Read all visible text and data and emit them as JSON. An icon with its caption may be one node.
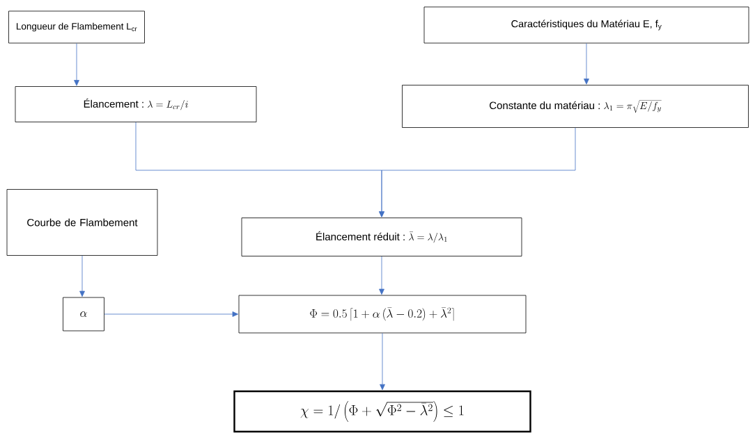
{
  "diagram": {
    "nodes": [
      {
        "text": [
          "Longueur de Flambement L$_{cr}$"
        ]
      },
      {
        "text": [
          "Caractéristiques du Matériau E, f$_{y}$"
        ]
      },
      {
        "text": [
          "Élancement :",
          "\\lambda = L_{cr}/i"
        ]
      },
      {
        "text": [
          "Constante du matériau :",
          "\\lambda_1 = \\pi\\sqrt{E/f_y}"
        ]
      },
      {
        "text": [
          "Courbe de Flambement"
        ]
      },
      {
        "text": [
          "Élancement réduit :",
          "\\bar{\\lambda} = \\lambda/\\lambda_1"
        ]
      },
      {
        "text": [
          "\\alpha"
        ]
      },
      {
        "text": [
          "\\Phi = 0.5\\left\\lceil 1 + \\alpha\\left(\\bar{\\lambda} - 0.2\\right) + \\bar{\\lambda}^2\\right\\rceil"
        ]
      },
      {
        "text": [
          "\\chi = 1/\\left(\\Phi + \\sqrt{\\Phi^2 - \\bar{\\lambda}^2}\\right) \\leq 1"
        ]
      }
    ],
    "edges": [
      {
        "from": 0,
        "to": 2,
        "arrow": "to"
      },
      {
        "from": 1,
        "to": 3,
        "arrow": "to"
      },
      {
        "from": 2,
        "to": 5,
        "arrow": "to"
      },
      {
        "from": 3,
        "to": 5,
        "arrow": "to"
      },
      {
        "from": 4,
        "to": 6,
        "arrow": "to"
      },
      {
        "from": 6,
        "to": 7,
        "arrow": "to"
      },
      {
        "from": 5,
        "to": 7,
        "arrow": "to"
      },
      {
        "from": 7,
        "to": 8,
        "arrow": "to"
      }
    ]
  }
}
